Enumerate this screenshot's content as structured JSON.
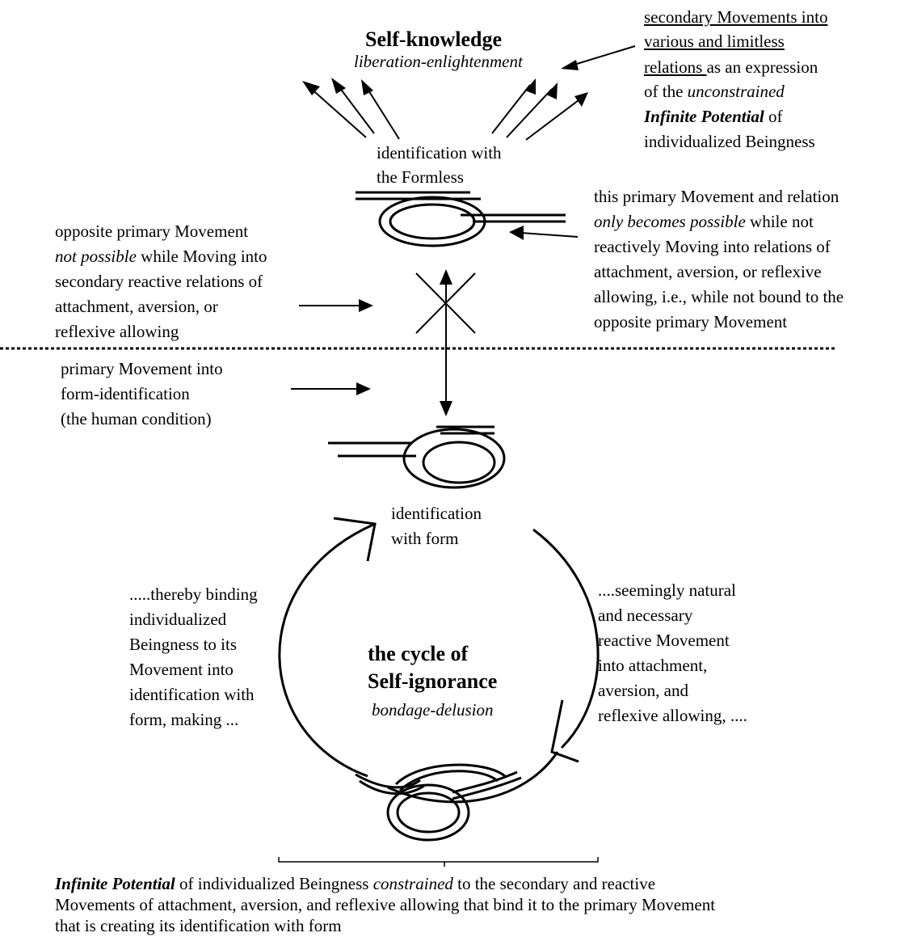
{
  "top": {
    "title": "Self-knowledge",
    "subtitle": "liberation-enlightenment"
  },
  "top_right": {
    "l1": "secondary Movements into",
    "l2": "various and limitless",
    "l3_u": "relations ",
    "l3_rest": "as an expression",
    "l4_a": "of the ",
    "l4_i": "unconstrained",
    "l5_bi": "Infinite Potential",
    "l5_rest": " of",
    "l6": "individualized Beingness"
  },
  "formless_label": {
    "l1": "identification with",
    "l2": "the Formless"
  },
  "right_mid": {
    "l1": "this primary Movement and relation",
    "l2_i": "only becomes possible",
    "l2_rest": " while not",
    "l3": "reactively Moving into relations of",
    "l4": "attachment, aversion, or reflexive",
    "l5": "allowing, i.e., while not bound to the",
    "l6": "opposite primary Movement"
  },
  "left_mid": {
    "l1": "opposite primary Movement",
    "l2_i": "not possible",
    "l2_rest": " while Moving into",
    "l3": "secondary reactive relations of",
    "l4": "attachment, aversion, or",
    "l5": "reflexive allowing"
  },
  "left_lower": {
    "l1": "primary Movement into",
    "l2": "form-identification",
    "l3": "(the human condition)"
  },
  "form_label": {
    "l1": "identification",
    "l2": "with form"
  },
  "cycle": {
    "l1": "the cycle of",
    "l2": "Self-ignorance",
    "sub": "bondage-delusion"
  },
  "left_cycle": {
    "l1": ".....thereby binding",
    "l2": "individualized",
    "l3": "Beingness to its",
    "l4": "Movement into",
    "l5": "identification with",
    "l6": "form, making ..."
  },
  "right_cycle": {
    "l1": "....seemingly natural",
    "l2": "and necessary",
    "l3": "reactive Movement",
    "l4": "into attachment,",
    "l5": "aversion, and",
    "l6": "reflexive allowing, ...."
  },
  "bottom": {
    "l1_bi": "Infinite Potential",
    "l1_a": " of individualized Beingness ",
    "l1_i": "constrained",
    "l1_b": " to the secondary and reactive",
    "l2": "Movements of attachment, aversion, and reflexive allowing that bind it to the primary Movement",
    "l3": "that is creating its identification with form"
  },
  "colors": {
    "ink": "#000000",
    "background": "#ffffff"
  }
}
